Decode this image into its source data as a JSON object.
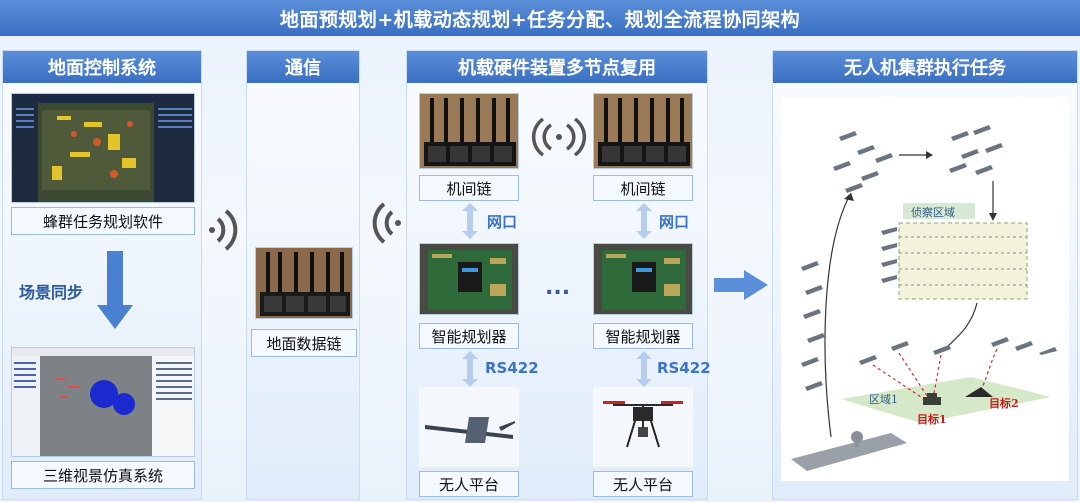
{
  "title": "地面预规划+机载动态规划+任务分配、规划全流程协同架构",
  "panels": {
    "ground": {
      "title": "地面控制系统",
      "software_label": "蜂群任务规划软件",
      "sync_label": "场景同步",
      "sim_label": "三维视景仿真系统"
    },
    "comm": {
      "title": "通信",
      "datalink_label": "地面数据链"
    },
    "onboard": {
      "title": "机载硬件装置多节点复用",
      "interlink_label_1": "机间链",
      "interlink_label_2": "机间链",
      "port_label_1": "网口",
      "port_label_2": "网口",
      "planner_label_1": "智能规划器",
      "planner_label_2": "智能规划器",
      "rs_label_1": "RS422",
      "rs_label_2": "RS422",
      "uav_label_1": "无人平台",
      "uav_label_2": "无人平台",
      "ellipsis": "..."
    },
    "swarm": {
      "title": "无人机集群执行任务",
      "recon_label": "侦察区域",
      "area_label": "区域1",
      "target1_label": "目标1",
      "target2_label": "目标2"
    }
  },
  "colors": {
    "header_blue": "#4a80d0",
    "accent_blue": "#3b73c8",
    "arrow_blue": "#5b8fd9"
  }
}
